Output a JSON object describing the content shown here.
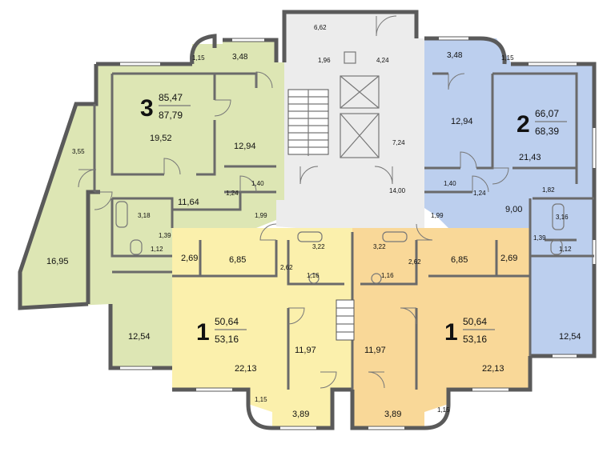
{
  "colors": {
    "apartment_3": "#dde6b4",
    "apartment_2": "#bccfee",
    "apartment_1_left": "#fbf0ac",
    "apartment_1_right": "#f9d898",
    "core": "#ececec",
    "wall": "#5a5a5a"
  },
  "apartments": [
    {
      "id": "apt3",
      "rooms": "3",
      "area_living": "85,47",
      "area_total": "87,79"
    },
    {
      "id": "apt2",
      "rooms": "2",
      "area_living": "66,07",
      "area_total": "68,39"
    },
    {
      "id": "apt1_left",
      "rooms": "1",
      "area_living": "50,64",
      "area_total": "53,16"
    },
    {
      "id": "apt1_right",
      "rooms": "1",
      "area_living": "50,64",
      "area_total": "53,16"
    }
  ],
  "rooms": {
    "apt3": {
      "balcony_top": "3,48",
      "balcony_top_small": "1,15",
      "living": "19,52",
      "bedroom": "12,94",
      "hall": "11,64",
      "wc": "1,24",
      "closet": "1,40",
      "bath": "3,18",
      "toilet_a": "1,39",
      "toilet_b": "1,12",
      "loggia": "16,95",
      "loggia_small": "3,55",
      "kitchen": "12,54"
    },
    "apt2": {
      "balcony_top": "3,48",
      "balcony_top_small": "1,15",
      "bedroom": "12,94",
      "living": "21,43",
      "closet": "1,40",
      "wc": "1,24",
      "store": "1,82",
      "hall": "9,00",
      "bath": "3,16",
      "toilet_a": "1,39",
      "toilet_b": "1,12",
      "kitchen": "12,54"
    },
    "apt1_left": {
      "closet": "2,69",
      "hall": "6,85",
      "corridor": "2,62",
      "bath": "3,22",
      "toilet": "1,16",
      "kitchen": "11,97",
      "room": "22,13",
      "balcony_small": "1,15",
      "balcony": "3,89"
    },
    "apt1_right": {
      "closet": "2,69",
      "hall": "6,85",
      "corridor": "2,62",
      "bath": "3,22",
      "toilet": "1,16",
      "kitchen": "11,97",
      "room": "22,13",
      "balcony_small": "1,15",
      "balcony": "3,89"
    },
    "core": {
      "top": "6,62",
      "vestibule": "1,96",
      "lift_hall": "4,24",
      "lobby": "7,24",
      "corridor": "14,00",
      "hall_left": "1,99",
      "hall_right": "1,99"
    }
  }
}
